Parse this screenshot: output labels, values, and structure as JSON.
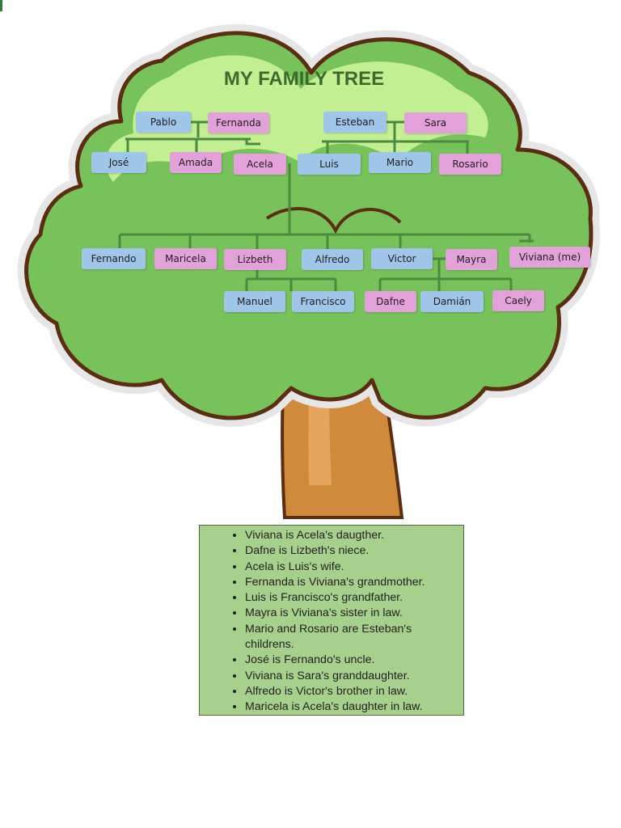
{
  "title": "MY FAMILY TREE",
  "people": {
    "pablo": "Pablo",
    "fernanda": "Fernanda",
    "esteban": "Esteban",
    "sara": "Sara",
    "jose": "José",
    "amada": "Amada",
    "acela": "Acela",
    "luis": "Luis",
    "mario": "Mario",
    "rosario": "Rosario",
    "fernando": "Fernando",
    "maricela": "Maricela",
    "lizbeth": "Lizbeth",
    "alfredo": "Alfredo",
    "victor": "Victor",
    "mayra": "Mayra",
    "viviana": "Viviana (me)",
    "manuel": "Manuel",
    "francisco": "Francisco",
    "dafne": "Dafne",
    "damian": "Damián",
    "caely": "Caely"
  },
  "statements": [
    "Viviana is Acela's daugther.",
    "Dafne is Lizbeth's niece.",
    "Acela is Luis's wife.",
    "Fernanda is Viviana's grandmother.",
    "Luis is Francisco's grandfather.",
    "Mayra is Viviana's sister in law.",
    "Mario and Rosario are Esteban's childrens.",
    "José is Fernando's uncle.",
    "Viviana is Sara's granddaughter.",
    "Alfredo is Victor's brother in law.",
    "Maricela is Acela's daughter in law."
  ],
  "colors": {
    "male": "#9fc5e8",
    "female": "#e3a1d9",
    "canopy": "#78c25b",
    "canopy_light": "#c3ef93",
    "trunk": "#d08a3c",
    "box": "#a8d08d"
  }
}
